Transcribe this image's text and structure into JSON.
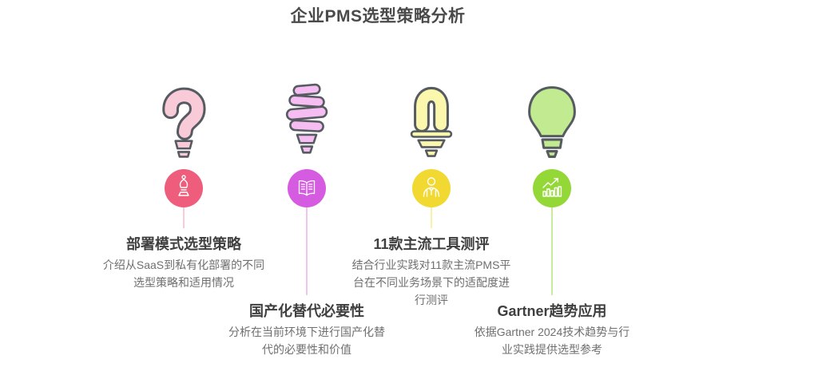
{
  "title": "企业PMS选型策略分析",
  "theme": {
    "background": "#ffffff",
    "outline": "#565b61",
    "title_color": "#4a4a4a",
    "heading_color": "#3f3f3f",
    "body_color": "#6f6f6f",
    "icon_stroke": "#ffffff"
  },
  "columns": [
    {
      "heading": "部署模式选型策略",
      "description": "介绍从SaaS到私有化部署的不同选型策略和适用情况",
      "bulb_icon": "question-mark-bulb-icon",
      "badge_icon": "chess-piece-icon",
      "colors": {
        "bulb_fill": "#f9cbd8",
        "circle_fill": "#ee5d7b",
        "line": "#f7ccd8"
      }
    },
    {
      "heading": "国产化替代必要性",
      "description": "分析在当前环境下进行国产化替代的必要性和价值",
      "bulb_icon": "spiral-bulb-icon",
      "badge_icon": "open-book-icon",
      "colors": {
        "bulb_fill": "#f6bdf2",
        "circle_fill": "#d55ce0",
        "line": "#f2c4ee"
      }
    },
    {
      "heading": "11款主流工具测评",
      "description": "结合行业实践对11款主流PMS平台在不同业务场景下的适配度进行测评",
      "bulb_icon": "u-tube-bulb-icon",
      "badge_icon": "person-icon",
      "colors": {
        "bulb_fill": "#fbf8ad",
        "circle_fill": "#f2d931",
        "line": "#f8f1a6"
      }
    },
    {
      "heading": "Gartner趋势应用",
      "description": "依据Gartner 2024技术趋势与行业实践提供选型参考",
      "bulb_icon": "classic-bulb-icon",
      "badge_icon": "growth-chart-icon",
      "colors": {
        "bulb_fill": "#c2ea90",
        "circle_fill": "#93d837",
        "line": "#c8ec9d"
      }
    }
  ]
}
